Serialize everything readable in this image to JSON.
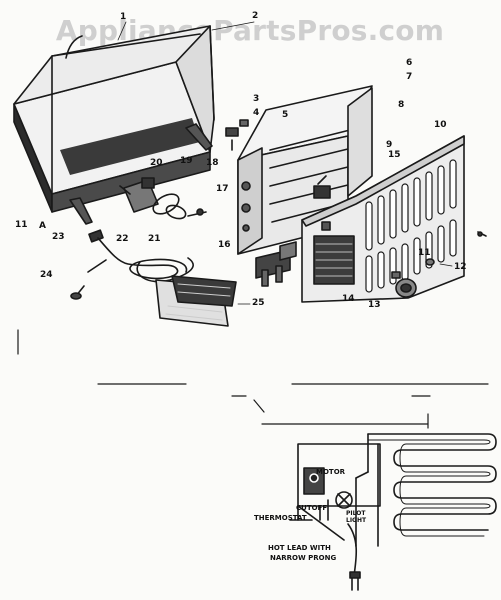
{
  "watermark": "AppliancePartsPros.com",
  "callouts": {
    "c1": "1",
    "c2": "2",
    "c3": "3",
    "c4": "4",
    "c5": "5",
    "c6": "6",
    "c7": "7",
    "c8": "8",
    "c9": "9",
    "c10": "10",
    "c11a": "11",
    "c11b": "11",
    "c12": "12",
    "c13": "13",
    "c14": "14",
    "c15": "15",
    "c16": "16",
    "c17": "17",
    "c18": "18",
    "c19": "19",
    "c20": "20",
    "c21": "21",
    "c22": "22",
    "c23": "23",
    "c24": "24",
    "c25": "25",
    "c11a_suffix": "A"
  },
  "wiring": {
    "motor": "MOTOR",
    "cutoff": "CUTOFF",
    "thermostat": "THERMOSTAT",
    "pilot_light_line1": "PILOT",
    "pilot_light_line2": "LIGHT",
    "hot_lead_line1": "HOT LEAD WITH",
    "hot_lead_line2": "NARROW PRONG"
  }
}
